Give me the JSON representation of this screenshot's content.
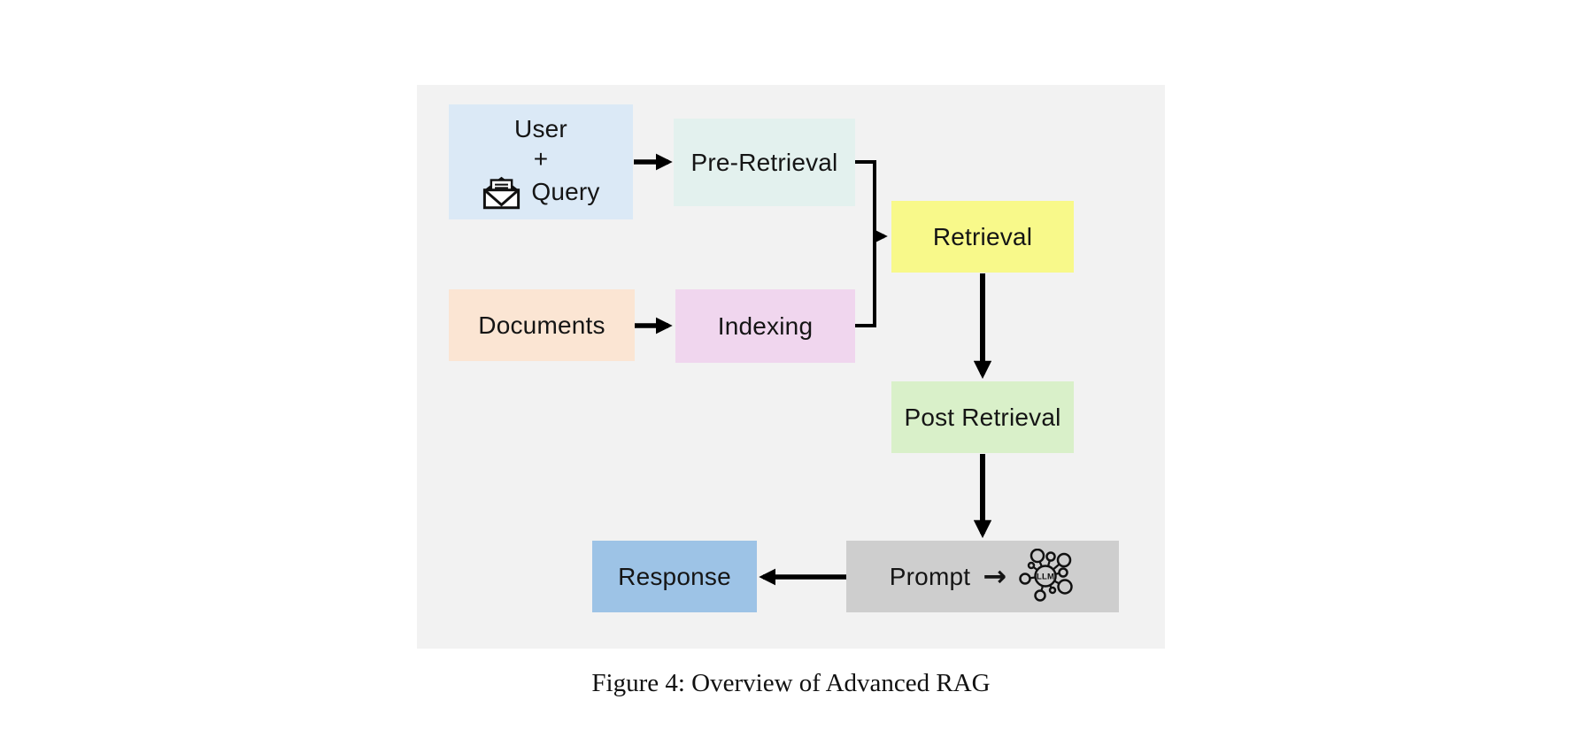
{
  "figure": {
    "caption": "Figure 4: Overview of Advanced RAG",
    "panel_background": "#f2f2f2",
    "arrow_color": "#000000",
    "nodes": {
      "user_query": {
        "line1": "User",
        "line2": "+",
        "line3": "Query",
        "color": "#dbe9f6",
        "icon": "open-mail-icon"
      },
      "pre_retrieval": {
        "label": "Pre-Retrieval",
        "color": "#e3f1ee"
      },
      "retrieval": {
        "label": "Retrieval",
        "color": "#f8f98a"
      },
      "documents": {
        "label": "Documents",
        "color": "#fbe5d3"
      },
      "indexing": {
        "label": "Indexing",
        "color": "#f0d6ee"
      },
      "post_retrieval": {
        "label": "Post Retrieval",
        "color": "#d9f0c9"
      },
      "response": {
        "label": "Response",
        "color": "#9dc3e6"
      },
      "prompt": {
        "label": "Prompt",
        "arrow": "→",
        "llm": "LLM",
        "color": "#cecece",
        "icon": "llm-network-icon"
      }
    },
    "edges": [
      {
        "from": "user_query",
        "to": "pre_retrieval"
      },
      {
        "from": "documents",
        "to": "indexing"
      },
      {
        "from": "pre_retrieval",
        "to": "retrieval"
      },
      {
        "from": "indexing",
        "to": "retrieval"
      },
      {
        "from": "retrieval",
        "to": "post_retrieval"
      },
      {
        "from": "post_retrieval",
        "to": "prompt"
      },
      {
        "from": "prompt",
        "to": "response"
      }
    ]
  }
}
